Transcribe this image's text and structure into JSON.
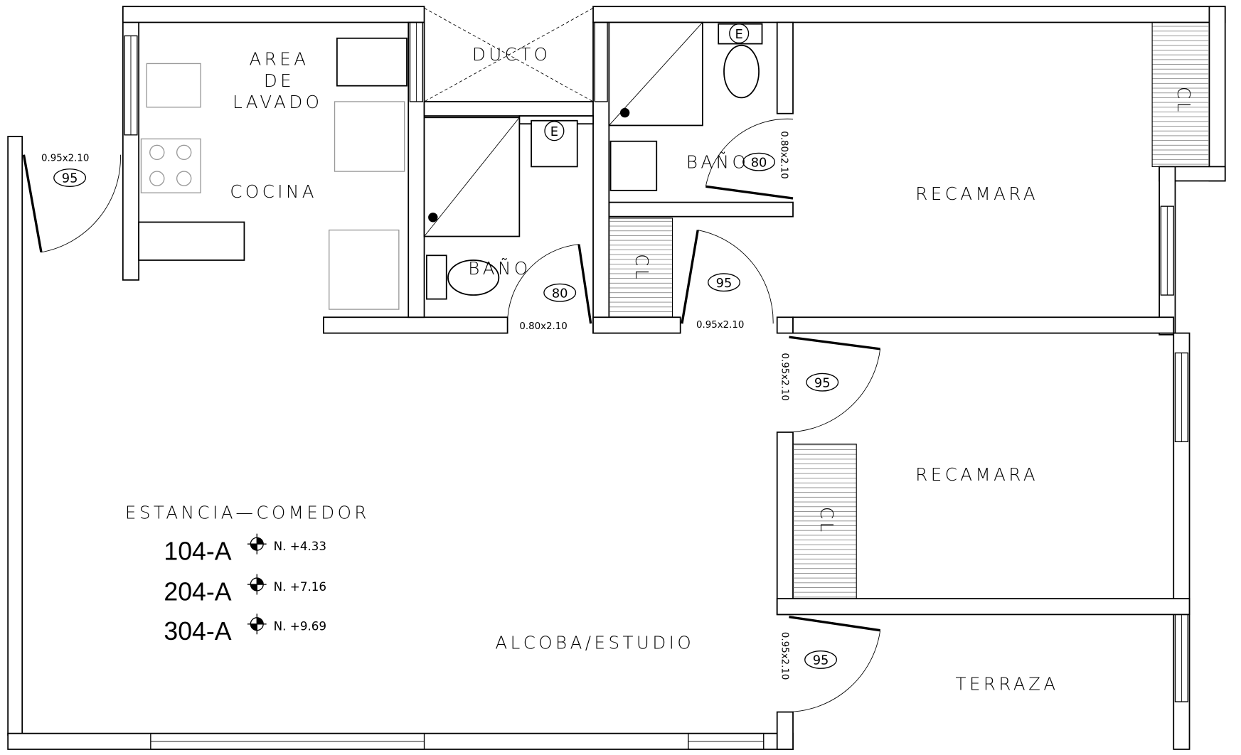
{
  "rooms": {
    "area_lavado": [
      "AREA",
      "DE",
      "LAVADO"
    ],
    "ducto": "DUCTO",
    "cocina": "COCINA",
    "bano_1": "BAÑO",
    "bano_2": "BAÑO",
    "recamara_1": "RECAMARA",
    "recamara_2": "RECAMARA",
    "estancia_comedor": "ESTANCIA—COMEDOR",
    "alcoba_estudio": "ALCOBA/ESTUDIO",
    "terraza": "TERRAZA",
    "closet": "CL"
  },
  "levels": [
    {
      "unit": "104-A",
      "level": "N. +4.33"
    },
    {
      "unit": "204-A",
      "level": "N. +7.16"
    },
    {
      "unit": "304-A",
      "level": "N. +9.69"
    }
  ],
  "doors": {
    "entry": {
      "tag": "95",
      "size": "0.95x2.10"
    },
    "bano_1": {
      "tag": "80",
      "size": "0.80x2.10"
    },
    "closet_hall": {
      "tag": "95",
      "size": "0.95x2.10"
    },
    "bano_2": {
      "tag": "80",
      "size": "0.80x2.10"
    },
    "recamara_2": {
      "tag": "95",
      "size": "0.95x2.10"
    },
    "terraza": {
      "tag": "95",
      "size": "0.95x2.10"
    }
  },
  "fixtures": {
    "heater_label": "E"
  }
}
